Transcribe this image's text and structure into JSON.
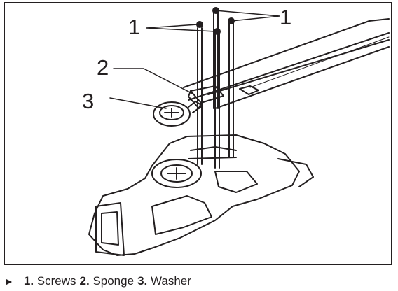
{
  "figure": {
    "callouts": [
      "1",
      "1",
      "2",
      "3"
    ],
    "line_color": "#231f20"
  },
  "caption": {
    "marker": "►",
    "items": [
      {
        "num": "1.",
        "label": "Screws"
      },
      {
        "num": "2.",
        "label": "Sponge"
      },
      {
        "num": "3.",
        "label": "Washer"
      }
    ]
  }
}
